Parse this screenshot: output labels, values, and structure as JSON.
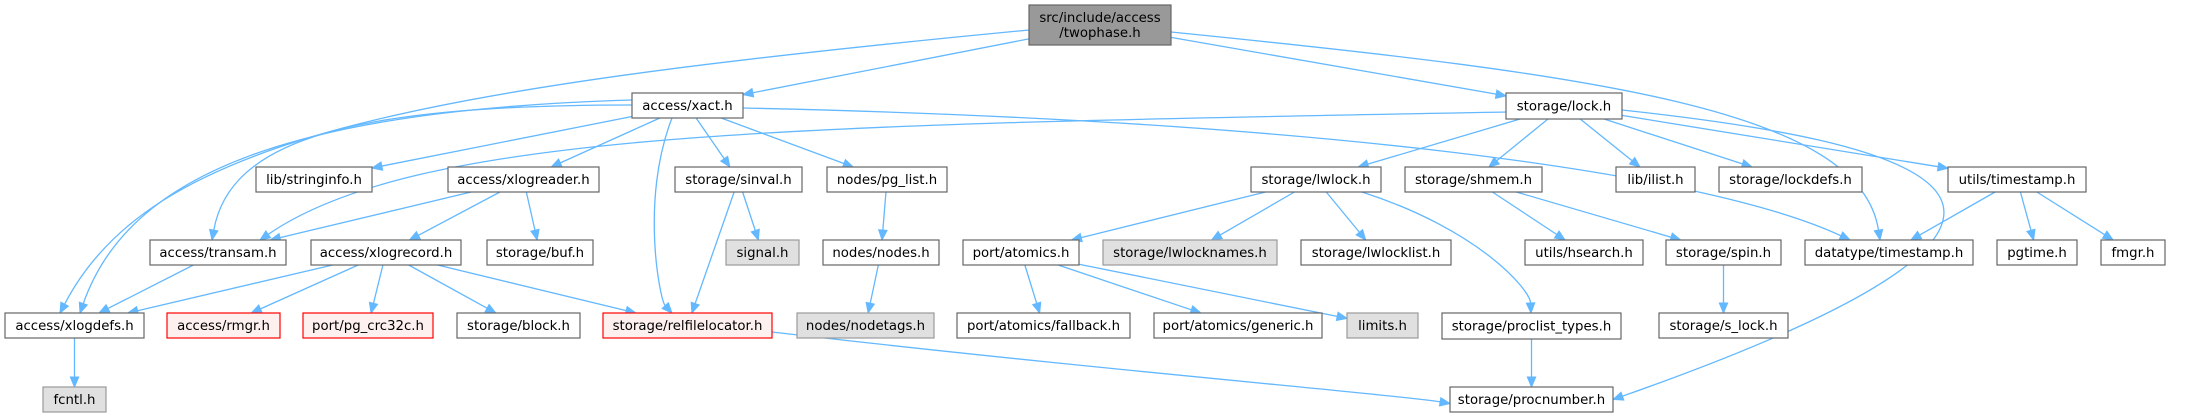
{
  "title": "src/include/access/twophase.h include dependency graph",
  "colors": {
    "edge": "#63b8ff",
    "root_fill": "#999999",
    "root_border": "#666666",
    "normal_fill": "#ffffff",
    "normal_border": "#666666",
    "missing_fill": "#e0e0e0",
    "missing_border": "#999999",
    "truncated_fill": "#fff0f0",
    "truncated_border": "#ff0000"
  },
  "nodes": [
    {
      "id": "root",
      "lines": [
        "src/include/access",
        "/twophase.h"
      ],
      "kind": "root"
    },
    {
      "id": "xact",
      "lines": [
        "access/xact.h"
      ],
      "kind": "normal"
    },
    {
      "id": "lock",
      "lines": [
        "storage/lock.h"
      ],
      "kind": "normal"
    },
    {
      "id": "stringinfo",
      "lines": [
        "lib/stringinfo.h"
      ],
      "kind": "normal"
    },
    {
      "id": "xlogreader",
      "lines": [
        "access/xlogreader.h"
      ],
      "kind": "normal"
    },
    {
      "id": "sinval",
      "lines": [
        "storage/sinval.h"
      ],
      "kind": "normal"
    },
    {
      "id": "pg_list",
      "lines": [
        "nodes/pg_list.h"
      ],
      "kind": "normal"
    },
    {
      "id": "lwlock",
      "lines": [
        "storage/lwlock.h"
      ],
      "kind": "normal"
    },
    {
      "id": "shmem",
      "lines": [
        "storage/shmem.h"
      ],
      "kind": "normal"
    },
    {
      "id": "ilist",
      "lines": [
        "lib/ilist.h"
      ],
      "kind": "normal"
    },
    {
      "id": "lockdefs",
      "lines": [
        "storage/lockdefs.h"
      ],
      "kind": "normal"
    },
    {
      "id": "utils_timestamp",
      "lines": [
        "utils/timestamp.h"
      ],
      "kind": "normal"
    },
    {
      "id": "transam",
      "lines": [
        "access/transam.h"
      ],
      "kind": "normal"
    },
    {
      "id": "xlogrecord",
      "lines": [
        "access/xlogrecord.h"
      ],
      "kind": "normal"
    },
    {
      "id": "buf",
      "lines": [
        "storage/buf.h"
      ],
      "kind": "normal"
    },
    {
      "id": "signal",
      "lines": [
        "signal.h"
      ],
      "kind": "missing"
    },
    {
      "id": "nodes",
      "lines": [
        "nodes/nodes.h"
      ],
      "kind": "normal"
    },
    {
      "id": "atomics",
      "lines": [
        "port/atomics.h"
      ],
      "kind": "normal"
    },
    {
      "id": "lwlocknames",
      "lines": [
        "storage/lwlocknames.h"
      ],
      "kind": "missing"
    },
    {
      "id": "lwlocklist",
      "lines": [
        "storage/lwlocklist.h"
      ],
      "kind": "normal"
    },
    {
      "id": "hsearch",
      "lines": [
        "utils/hsearch.h"
      ],
      "kind": "normal"
    },
    {
      "id": "spin",
      "lines": [
        "storage/spin.h"
      ],
      "kind": "normal"
    },
    {
      "id": "datatype_timestamp",
      "lines": [
        "datatype/timestamp.h"
      ],
      "kind": "normal"
    },
    {
      "id": "pgtime",
      "lines": [
        "pgtime.h"
      ],
      "kind": "normal"
    },
    {
      "id": "fmgr",
      "lines": [
        "fmgr.h"
      ],
      "kind": "normal"
    },
    {
      "id": "xlogdefs",
      "lines": [
        "access/xlogdefs.h"
      ],
      "kind": "normal"
    },
    {
      "id": "rmgr",
      "lines": [
        "access/rmgr.h"
      ],
      "kind": "truncated"
    },
    {
      "id": "pg_crc32c",
      "lines": [
        "port/pg_crc32c.h"
      ],
      "kind": "truncated"
    },
    {
      "id": "block",
      "lines": [
        "storage/block.h"
      ],
      "kind": "normal"
    },
    {
      "id": "relfilelocator",
      "lines": [
        "storage/relfilelocator.h"
      ],
      "kind": "truncated"
    },
    {
      "id": "nodetags",
      "lines": [
        "nodes/nodetags.h"
      ],
      "kind": "missing"
    },
    {
      "id": "fallback",
      "lines": [
        "port/atomics/fallback.h"
      ],
      "kind": "normal"
    },
    {
      "id": "generic",
      "lines": [
        "port/atomics/generic.h"
      ],
      "kind": "normal"
    },
    {
      "id": "limits",
      "lines": [
        "limits.h"
      ],
      "kind": "missing"
    },
    {
      "id": "proclist_types",
      "lines": [
        "storage/proclist_types.h"
      ],
      "kind": "normal"
    },
    {
      "id": "s_lock",
      "lines": [
        "storage/s_lock.h"
      ],
      "kind": "normal"
    },
    {
      "id": "fcntl",
      "lines": [
        "fcntl.h"
      ],
      "kind": "missing"
    },
    {
      "id": "procnumber",
      "lines": [
        "storage/procnumber.h"
      ],
      "kind": "normal"
    }
  ],
  "edges": [
    {
      "from": "root",
      "to": "xact"
    },
    {
      "from": "root",
      "to": "lock"
    },
    {
      "from": "root",
      "to": "xlogdefs"
    },
    {
      "from": "root",
      "to": "datatype_timestamp"
    },
    {
      "from": "xact",
      "to": "stringinfo"
    },
    {
      "from": "xact",
      "to": "xlogreader"
    },
    {
      "from": "xact",
      "to": "sinval"
    },
    {
      "from": "xact",
      "to": "pg_list"
    },
    {
      "from": "xact",
      "to": "relfilelocator"
    },
    {
      "from": "xact",
      "to": "transam"
    },
    {
      "from": "xact",
      "to": "xlogdefs"
    },
    {
      "from": "xact",
      "to": "datatype_timestamp"
    },
    {
      "from": "lock",
      "to": "lwlock"
    },
    {
      "from": "lock",
      "to": "shmem"
    },
    {
      "from": "lock",
      "to": "ilist"
    },
    {
      "from": "lock",
      "to": "lockdefs"
    },
    {
      "from": "lock",
      "to": "utils_timestamp"
    },
    {
      "from": "lock",
      "to": "transam"
    },
    {
      "from": "lock",
      "to": "procnumber"
    },
    {
      "from": "xlogreader",
      "to": "transam"
    },
    {
      "from": "xlogreader",
      "to": "xlogrecord"
    },
    {
      "from": "xlogreader",
      "to": "buf"
    },
    {
      "from": "transam",
      "to": "xlogdefs"
    },
    {
      "from": "xlogrecord",
      "to": "xlogdefs"
    },
    {
      "from": "xlogrecord",
      "to": "rmgr"
    },
    {
      "from": "xlogrecord",
      "to": "pg_crc32c"
    },
    {
      "from": "xlogrecord",
      "to": "block"
    },
    {
      "from": "xlogrecord",
      "to": "relfilelocator"
    },
    {
      "from": "sinval",
      "to": "signal"
    },
    {
      "from": "sinval",
      "to": "relfilelocator"
    },
    {
      "from": "pg_list",
      "to": "nodes"
    },
    {
      "from": "nodes",
      "to": "nodetags"
    },
    {
      "from": "lwlock",
      "to": "atomics"
    },
    {
      "from": "lwlock",
      "to": "lwlocknames"
    },
    {
      "from": "lwlock",
      "to": "lwlocklist"
    },
    {
      "from": "lwlock",
      "to": "proclist_types"
    },
    {
      "from": "atomics",
      "to": "fallback"
    },
    {
      "from": "atomics",
      "to": "generic"
    },
    {
      "from": "atomics",
      "to": "limits"
    },
    {
      "from": "shmem",
      "to": "hsearch"
    },
    {
      "from": "shmem",
      "to": "spin"
    },
    {
      "from": "spin",
      "to": "s_lock"
    },
    {
      "from": "utils_timestamp",
      "to": "datatype_timestamp"
    },
    {
      "from": "utils_timestamp",
      "to": "pgtime"
    },
    {
      "from": "utils_timestamp",
      "to": "fmgr"
    },
    {
      "from": "proclist_types",
      "to": "procnumber"
    },
    {
      "from": "relfilelocator",
      "to": "procnumber"
    },
    {
      "from": "xlogdefs",
      "to": "fcntl"
    }
  ]
}
